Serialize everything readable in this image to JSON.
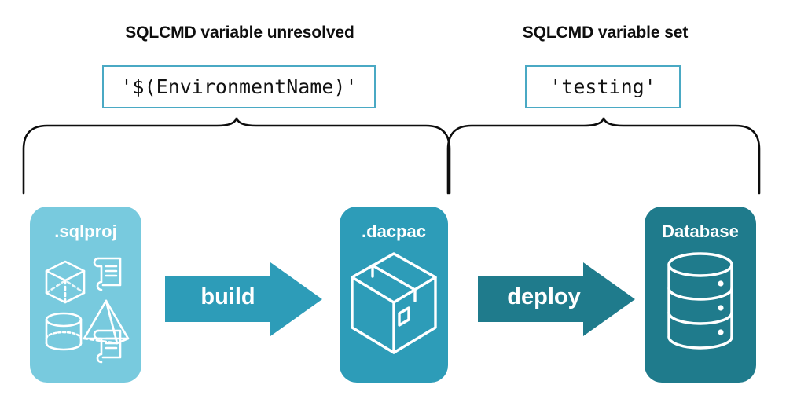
{
  "headings": {
    "left": "SQLCMD variable unresolved",
    "right": "SQLCMD variable set"
  },
  "code_values": {
    "left": "'$(EnvironmentName)'",
    "right": "'testing'"
  },
  "stages": [
    {
      "id": "sqlproj",
      "label": ".sqlproj",
      "color": "#78CADE",
      "icon": "project-objects-icon"
    },
    {
      "id": "dacpac",
      "label": ".dacpac",
      "color": "#2D9CB8",
      "icon": "package-box-icon"
    },
    {
      "id": "database",
      "label": "Database",
      "color": "#1F7B8C",
      "icon": "database-cylinder-icon"
    }
  ],
  "arrows": [
    {
      "id": "build",
      "label": "build",
      "color": "#2D9CB8"
    },
    {
      "id": "deploy",
      "label": "deploy",
      "color": "#1F7B8C"
    }
  ],
  "braces": {
    "left_covers": ".sqlproj, build, .dacpac",
    "right_covers": ".dacpac, deploy, Database"
  },
  "colors": {
    "light_blue": "#78CADE",
    "mid_teal": "#2D9CB8",
    "dark_teal": "#1F7B8C",
    "box_border": "#4aa9c4",
    "text_dark": "#0e0e0e",
    "background": "#ffffff"
  }
}
